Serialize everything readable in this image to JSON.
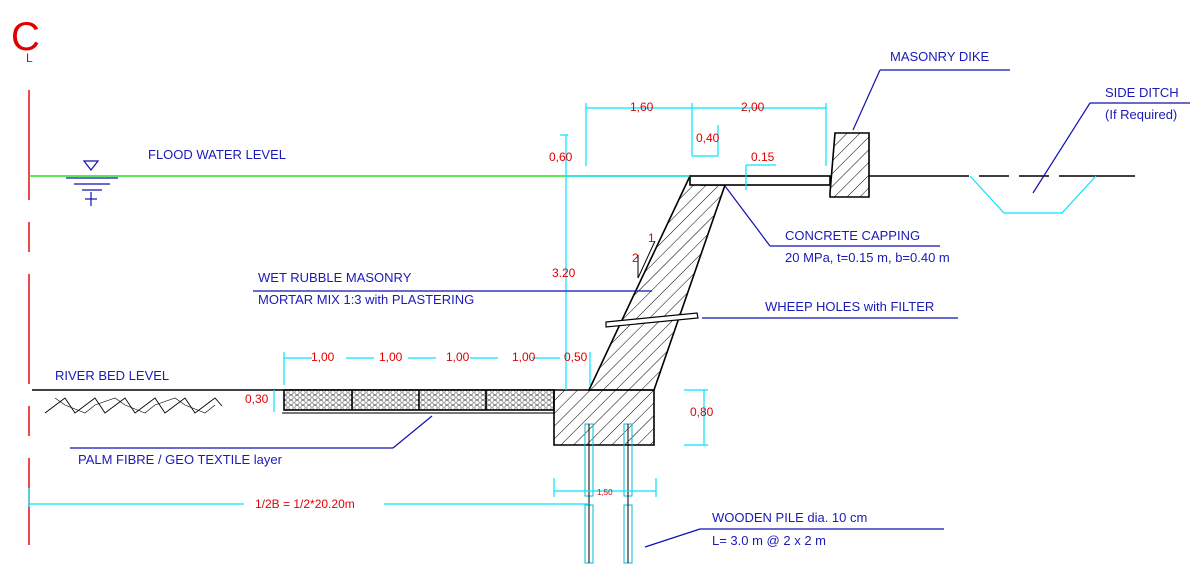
{
  "centerline": {
    "symbol": "C",
    "symbol_sub": "L"
  },
  "labels": {
    "flood_water_level": "FLOOD WATER LEVEL",
    "masonry_dike": "MASONRY DIKE",
    "side_ditch": "SIDE DITCH",
    "side_ditch_note": "(If Required)",
    "concrete_capping": "CONCRETE CAPPING",
    "concrete_capping_spec": "20 MPa, t=0.15 m, b=0.40 m",
    "wet_rubble_masonry": "WET RUBBLE MASONRY",
    "mortar_mix": "MORTAR MIX 1:3 with PLASTERING",
    "wheep_holes": "WHEEP HOLES with FILTER",
    "river_bed_level": "RIVER BED LEVEL",
    "palm_fibre": "PALM FIBRE / GEO TEXTILE layer",
    "wooden_pile": "WOODEN PILE dia. 10 cm",
    "wooden_pile_spec": "L= 3.0 m @ 2 x 2 m"
  },
  "dimensions": {
    "top_1_60": "1,60",
    "top_2_00": "2,00",
    "d_0_40": "0,40",
    "d_0_15": "0.15",
    "d_0_60": "0,60",
    "d_3_20": "3.20",
    "slope_1": "1",
    "slope_2": "2",
    "mat_1": "1,00",
    "mat_2": "1,00",
    "mat_3": "1,00",
    "mat_4": "1,00",
    "mat_0_50": "0,50",
    "d_0_30": "0,30",
    "d_0_80": "0,80",
    "d_1_50": "1,50",
    "half_width": "1/2B = 1/2*20.20m"
  },
  "colors": {
    "annotation": "#1010b0",
    "dimension_line": "#00e5ff",
    "dimension_text": "#e00000",
    "water_level": "#22dd22",
    "structure": "#000000"
  }
}
